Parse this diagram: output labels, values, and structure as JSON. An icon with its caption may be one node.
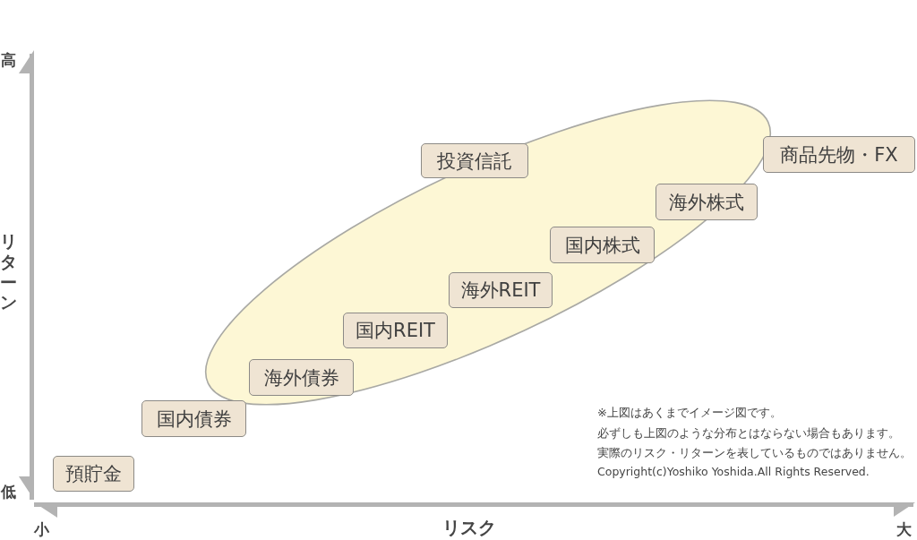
{
  "diagram": {
    "nodes": [
      {
        "text": [
          "投資信託"
        ]
      },
      {
        "text": [
          "商品先物・FX"
        ]
      },
      {
        "text": [
          "海外株式"
        ]
      },
      {
        "text": [
          "国内株式"
        ]
      },
      {
        "text": [
          "海外REIT"
        ]
      },
      {
        "text": [
          "国内REIT"
        ]
      },
      {
        "text": [
          "海外債券"
        ]
      },
      {
        "text": [
          "国内債券"
        ]
      },
      {
        "text": [
          "預貯金"
        ]
      }
    ],
    "labels": [
      "高",
      "リターン",
      "※上図はあくまでイメージ図です。",
      "必ずしも上図のような分布とはならない場合もあります。",
      "実際のリスク・リターンを表しているものではありません。",
      "Copyright(c)Yoshiko Yoshida.All Rights Reserved.",
      "低",
      "小",
      "リスク",
      "大"
    ]
  }
}
